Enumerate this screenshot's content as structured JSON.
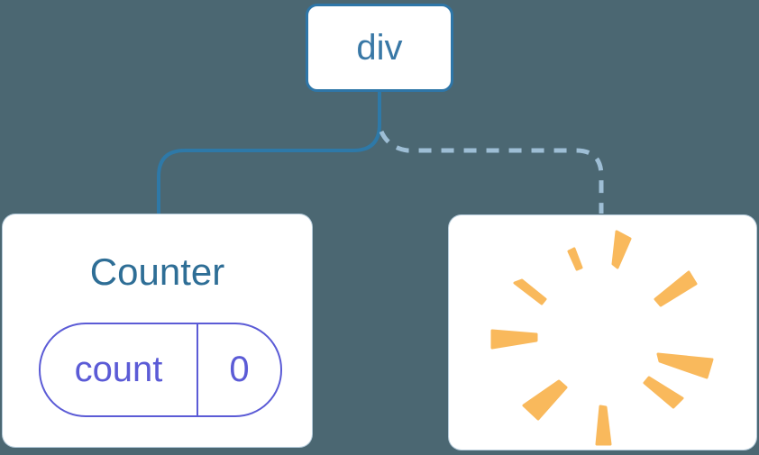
{
  "diagram": {
    "title": "component-tree-with-removed-child",
    "root": {
      "label": "div"
    },
    "counter": {
      "title": "Counter",
      "state": {
        "key": "count",
        "value": "0"
      }
    },
    "removed": {
      "icon": "poof-burst"
    },
    "edges": [
      {
        "from": "div",
        "to": "Counter",
        "style": "solid"
      },
      {
        "from": "div",
        "to": "removed",
        "style": "dashed"
      }
    ]
  },
  "colors": {
    "background": "#4B6772",
    "node_bg": "#FFFFFF",
    "node_border": "#2E76A8",
    "root_label": "#3978A6",
    "counter_title": "#2E6E96",
    "state_pill": "#5B5BD6",
    "solid_edge": "#2E79A8",
    "dashed_edge": "#9EBED5",
    "burst": "#F9B95C"
  }
}
